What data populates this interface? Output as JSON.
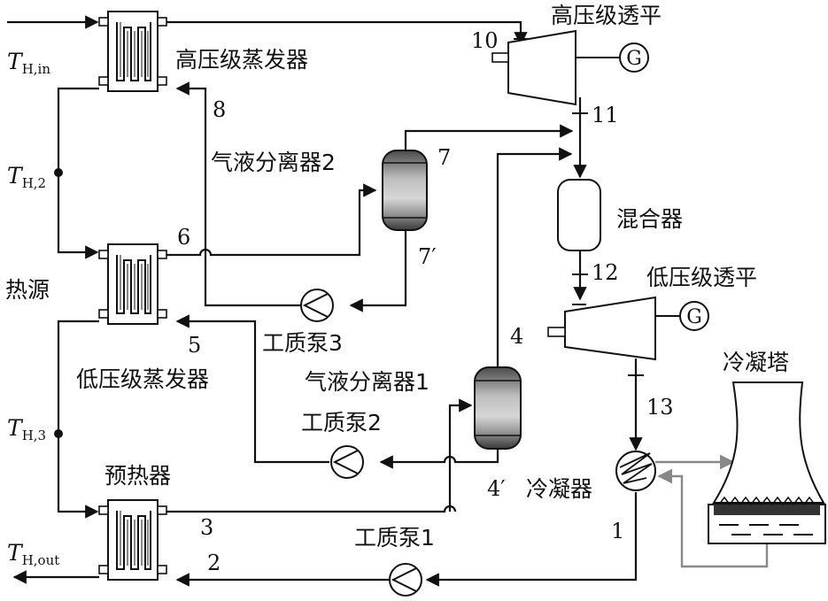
{
  "labels": {
    "th_in_main": "T",
    "th_in_sub": "H,in",
    "th_2_main": "T",
    "th_2_sub": "H,2",
    "th_3_main": "T",
    "th_3_sub": "H,3",
    "th_out_main": "T",
    "th_out_sub": "H,out",
    "heat_source": "热源",
    "hp_evaporator": "高压级蒸发器",
    "lp_evaporator": "低压级蒸发器",
    "preheater": "预热器",
    "separator_2": "气液分离器2",
    "separator_1": "气液分离器1",
    "mixer": "混合器",
    "hp_turbine": "高压级透平",
    "lp_turbine": "低压级透平",
    "cooling_tower": "冷凝塔",
    "condenser": "冷凝器",
    "pump_3": "工质泵3",
    "pump_2": "工质泵2",
    "pump_1": "工质泵1",
    "generator": "G"
  },
  "states": {
    "s1": "1",
    "s2": "2",
    "s3": "3",
    "s4": "4",
    "s4p": "4′",
    "s5": "5",
    "s6": "6",
    "s7": "7",
    "s7p": "7′",
    "s8": "8",
    "s10": "10",
    "s11": "11",
    "s12": "12",
    "s13": "13"
  },
  "colors": {
    "line": "#111111",
    "cooling_water": "#888888"
  }
}
